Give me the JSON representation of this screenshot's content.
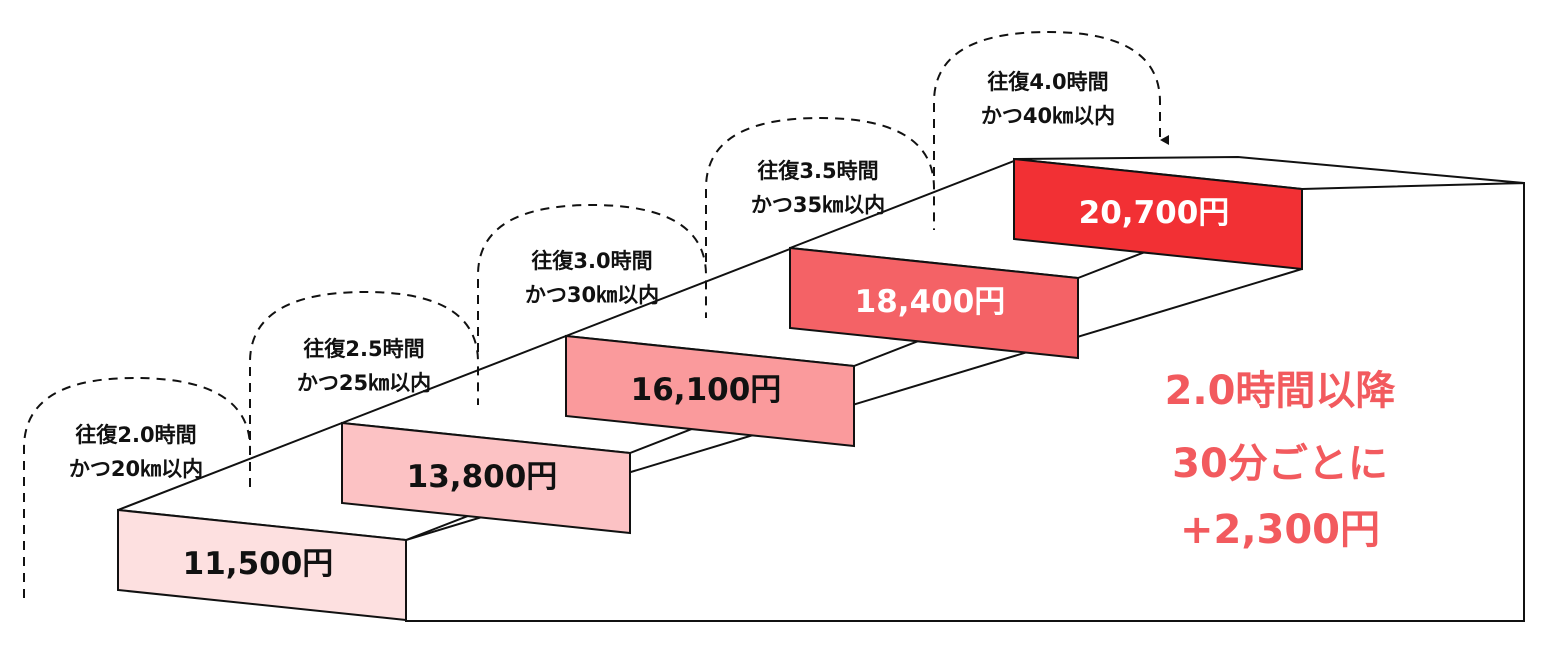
{
  "steps": [
    {
      "price": "11,500円",
      "fill": "#fde0e0",
      "text_color": "#111111"
    },
    {
      "price": "13,800円",
      "fill": "#fcc2c4",
      "text_color": "#111111"
    },
    {
      "price": "16,100円",
      "fill": "#fa9a9c",
      "text_color": "#111111"
    },
    {
      "price": "18,400円",
      "fill": "#f46266",
      "text_color": "#ffffff"
    },
    {
      "price": "20,700円",
      "fill": "#f23034",
      "text_color": "#ffffff"
    }
  ],
  "conditions": [
    {
      "line1": "往復2.0時間",
      "line2": "かつ20㎞以内"
    },
    {
      "line1": "往復2.5時間",
      "line2": "かつ25㎞以内"
    },
    {
      "line1": "往復3.0時間",
      "line2": "かつ30㎞以内"
    },
    {
      "line1": "往復3.5時間",
      "line2": "かつ35㎞以内"
    },
    {
      "line1": "往復4.0時間",
      "line2": "かつ40㎞以内"
    }
  ],
  "note": {
    "line1": "2.0時間以降",
    "line2": "30分ごとに",
    "line3": "+2,300円",
    "color": "#f25a5e"
  }
}
